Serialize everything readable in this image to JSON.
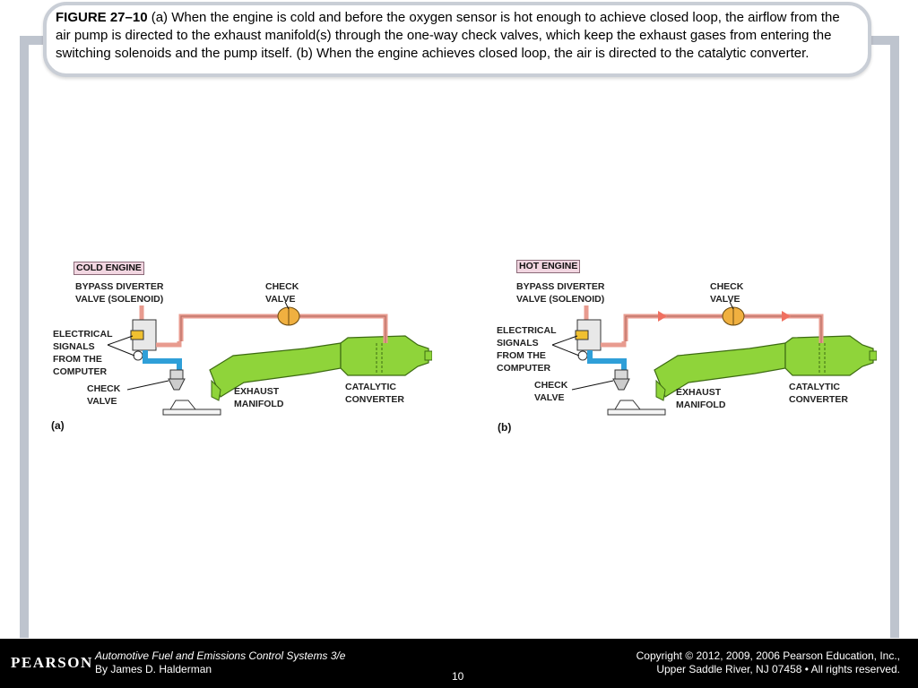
{
  "caption": {
    "figure_label": "FIGURE 27–10",
    "text": " (a) When the engine is cold and before the oxygen sensor is hot enough to achieve closed loop, the airflow from the air pump is directed to the exhaust manifold(s) through the one-way check valves, which keep the exhaust gases from entering the switching solenoids and the pump itself. (b) When the engine achieves closed loop, the air is directed to the catalytic converter."
  },
  "diagram_a": {
    "mode": "COLD ENGINE",
    "bypass_line1": "BYPASS DIVERTER",
    "bypass_line2": "VALVE (SOLENOID)",
    "check_valve_top_line1": "CHECK",
    "check_valve_top_line2": "VALVE",
    "electrical_line1": "ELECTRICAL",
    "electrical_line2": "SIGNALS",
    "electrical_line3": "FROM THE",
    "electrical_line4": "COMPUTER",
    "check_valve_bottom_line1": "CHECK",
    "check_valve_bottom_line2": "VALVE",
    "exhaust_line1": "EXHAUST",
    "exhaust_line2": "MANIFOLD",
    "catalytic_line1": "CATALYTIC",
    "catalytic_line2": "CONVERTER",
    "panel": "(a)"
  },
  "diagram_b": {
    "mode": "HOT ENGINE",
    "bypass_line1": "BYPASS DIVERTER",
    "bypass_line2": "VALVE (SOLENOID)",
    "check_valve_top_line1": "CHECK",
    "check_valve_top_line2": "VALVE",
    "electrical_line1": "ELECTRICAL",
    "electrical_line2": "SIGNALS",
    "electrical_line3": "FROM THE",
    "electrical_line4": "COMPUTER",
    "check_valve_bottom_line1": "CHECK",
    "check_valve_bottom_line2": "VALVE",
    "exhaust_line1": "EXHAUST",
    "exhaust_line2": "MANIFOLD",
    "catalytic_line1": "CATALYTIC",
    "catalytic_line2": "CONVERTER",
    "panel": "(b)"
  },
  "colors": {
    "air_pipe_pink": "#e89b8f",
    "air_flow_blue": "#2f9fd8",
    "exhaust_green": "#8fd43a",
    "check_valve_orange": "#f0b040"
  },
  "footer": {
    "logo": "PEARSON",
    "book_title": "Automotive Fuel and Emissions Control Systems 3/e",
    "author": "By James D. Halderman",
    "page_number": "10",
    "copyright_line1": "Copyright © 2012, 2009, 2006 Pearson Education, Inc.,",
    "copyright_line2": "Upper Saddle River, NJ 07458 • All rights reserved."
  }
}
